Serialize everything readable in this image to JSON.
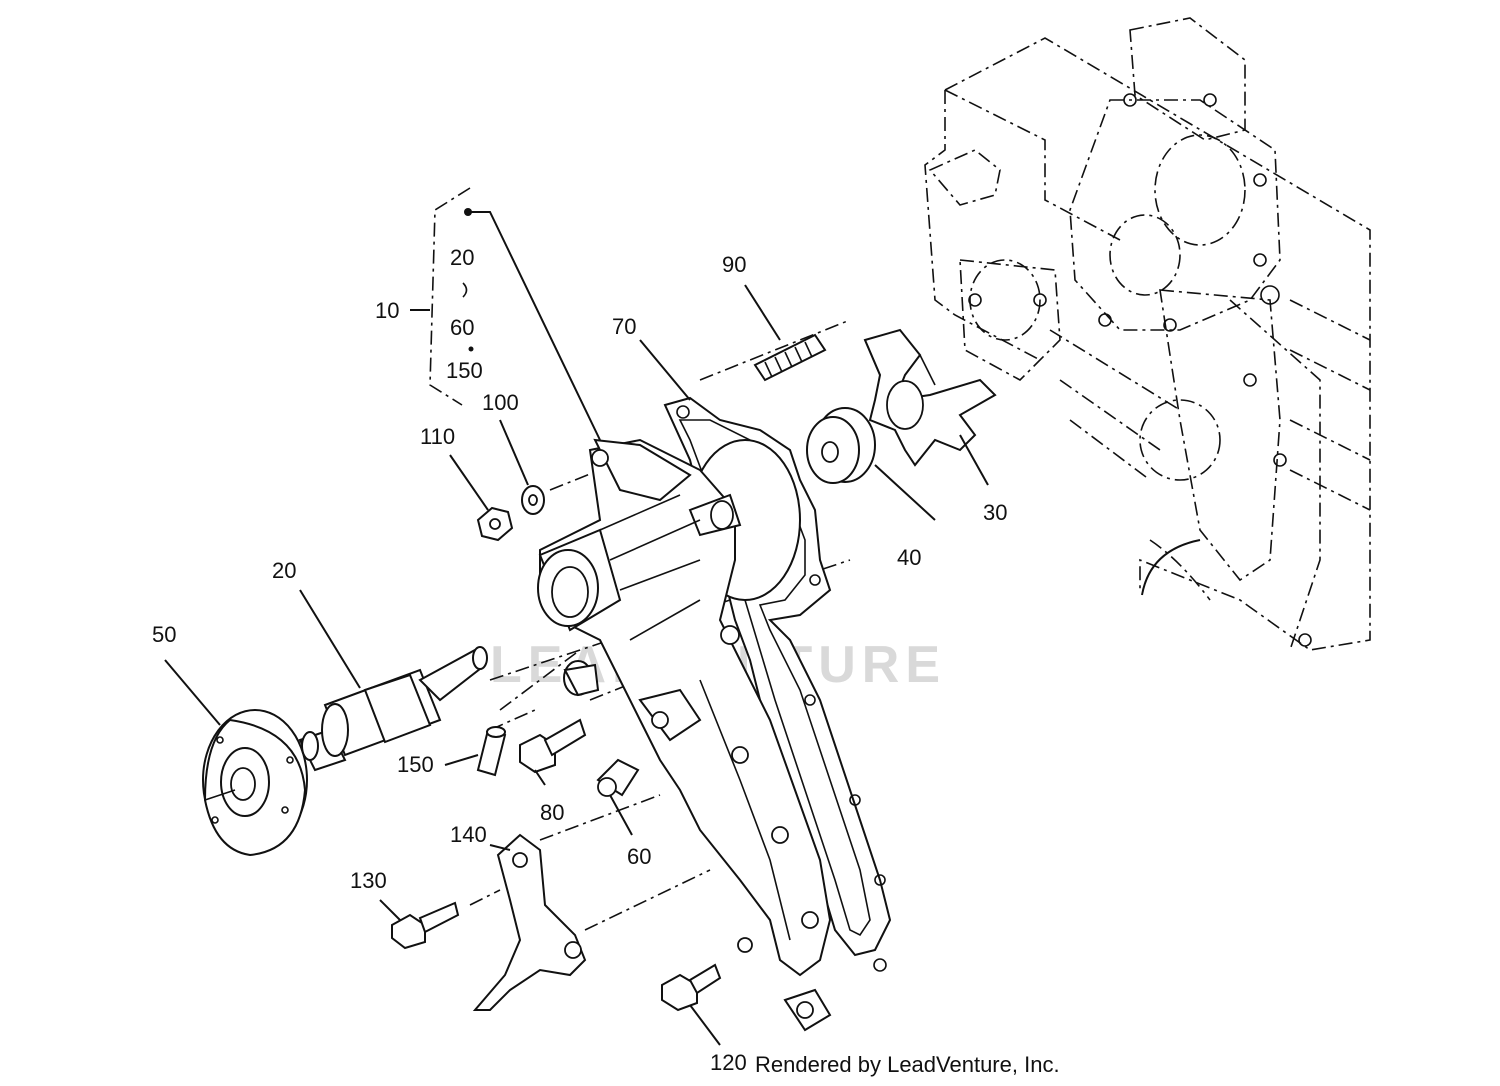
{
  "diagram": {
    "callouts": {
      "c10": "10",
      "c20_top": "20",
      "c60_top": "60",
      "c150_top": "150",
      "c20": "20",
      "c30": "30",
      "c40": "40",
      "c50": "50",
      "c60": "60",
      "c70": "70",
      "c80": "80",
      "c90": "90",
      "c100": "100",
      "c110": "110",
      "c120": "120",
      "c130": "130",
      "c140": "140",
      "c150": "150"
    },
    "watermark": "LEADVENTURE",
    "credit": "Rendered by LeadVenture, Inc."
  }
}
